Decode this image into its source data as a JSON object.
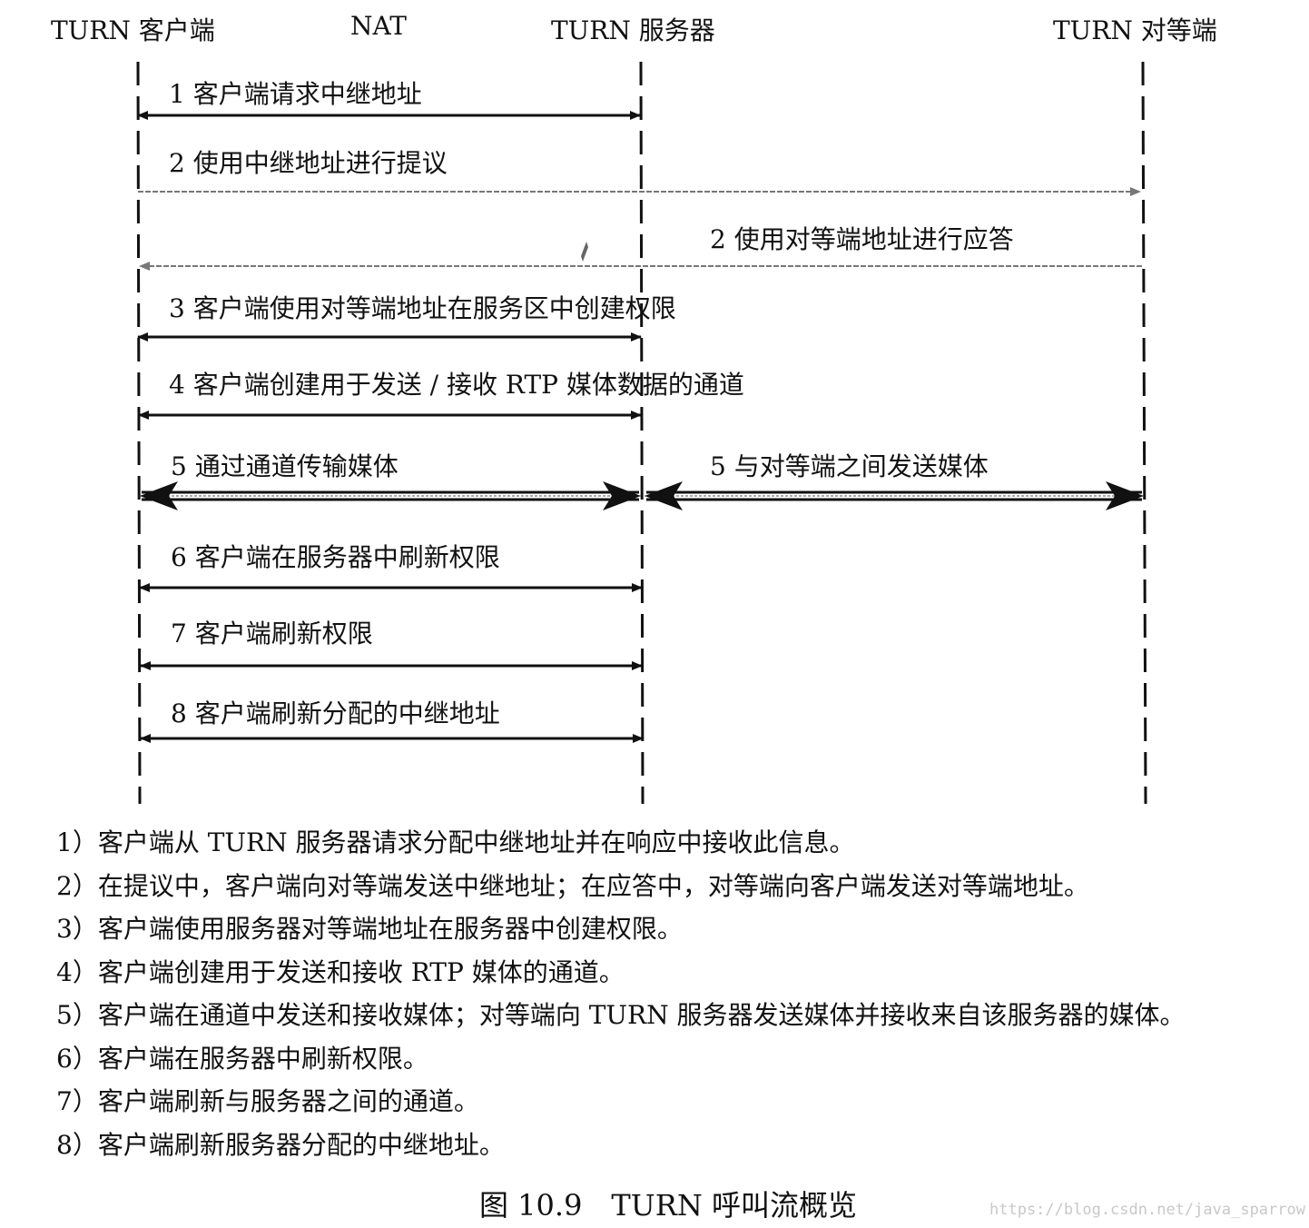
{
  "diagram": {
    "lanes": [
      {
        "label": "TURN 客户端"
      },
      {
        "label": "NAT"
      },
      {
        "label": "TURN 服务器"
      },
      {
        "label": "TURN 对等端"
      }
    ],
    "messages": [
      {
        "label": "1 客户端请求中继地址",
        "from": "TURN 客户端",
        "to": "TURN 服务器",
        "style": "solid-bidirectional"
      },
      {
        "label": "2 使用中继地址进行提议",
        "from": "TURN 客户端",
        "to": "TURN 对等端",
        "style": "dashed-arrow"
      },
      {
        "label": "2 使用对等端地址进行应答",
        "from": "TURN 对等端",
        "to": "TURN 客户端",
        "style": "dashed-arrow"
      },
      {
        "label": "3 客户端使用对等端地址在服务区中创建权限",
        "from": "TURN 客户端",
        "to": "TURN 服务器",
        "style": "solid-bidirectional"
      },
      {
        "label": "4 客户端创建用于发送 / 接收 RTP 媒体数据的通道",
        "from": "TURN 客户端",
        "to": "TURN 服务器",
        "style": "solid-bidirectional"
      },
      {
        "label": "5 通过通道传输媒体",
        "from": "TURN 客户端",
        "to": "TURN 服务器",
        "style": "double-bidirectional"
      },
      {
        "label": "5 与对等端之间发送媒体",
        "from": "TURN 服务器",
        "to": "TURN 对等端",
        "style": "double-bidirectional"
      },
      {
        "label": "6 客户端在服务器中刷新权限",
        "from": "TURN 客户端",
        "to": "TURN 服务器",
        "style": "solid-bidirectional"
      },
      {
        "label": "7 客户端刷新权限",
        "from": "TURN 客户端",
        "to": "TURN 服务器",
        "style": "solid-bidirectional"
      },
      {
        "label": "8 客户端刷新分配的中继地址",
        "from": "TURN 客户端",
        "to": "TURN 服务器",
        "style": "solid-bidirectional"
      }
    ]
  },
  "notes": [
    "1）客户端从 TURN 服务器请求分配中继地址并在响应中接收此信息。",
    "2）在提议中，客户端向对等端发送中继地址；在应答中，对等端向客户端发送对等端地址。",
    "3）客户端使用服务器对等端地址在服务器中创建权限。",
    "4）客户端创建用于发送和接收 RTP 媒体的通道。",
    "5）客户端在通道中发送和接收媒体；对等端向 TURN 服务器发送媒体并接收来自该服务器的媒体。",
    "6）客户端在服务器中刷新权限。",
    "7）客户端刷新与服务器之间的通道。",
    "8）客户端刷新服务器分配的中继地址。"
  ],
  "caption": "图 10.9　TURN 呼叫流概览",
  "watermark": "https://blog.csdn.net/java_sparrow"
}
